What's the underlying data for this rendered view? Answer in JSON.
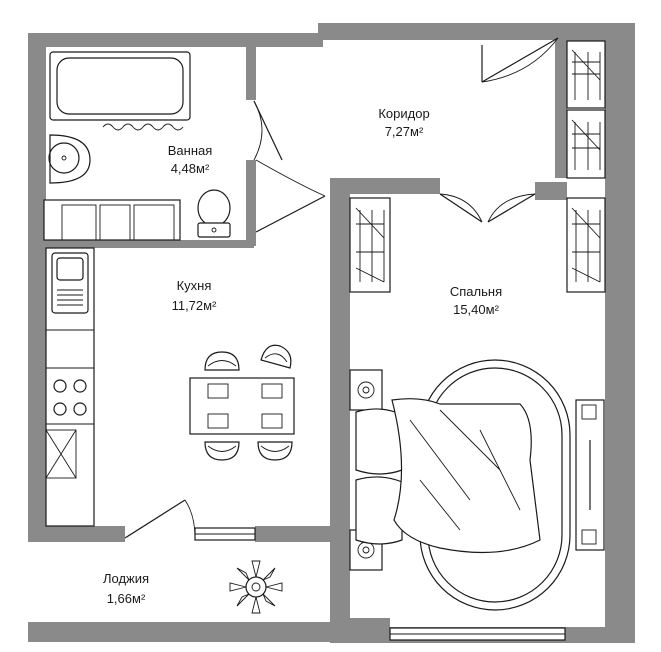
{
  "rooms": [
    {
      "id": "bathroom",
      "name": "Ванная",
      "area": "4,48м²"
    },
    {
      "id": "corridor",
      "name": "Коридор",
      "area": "7,27м²"
    },
    {
      "id": "kitchen",
      "name": "Кухня",
      "area": "11,72м²"
    },
    {
      "id": "bedroom",
      "name": "Спальня",
      "area": "15,40м²"
    },
    {
      "id": "loggia",
      "name": "Лоджия",
      "area": "1,66м²"
    }
  ],
  "colors": {
    "wall": "#8a8a8a",
    "line": "#1a1a1a",
    "background": "#ffffff"
  }
}
